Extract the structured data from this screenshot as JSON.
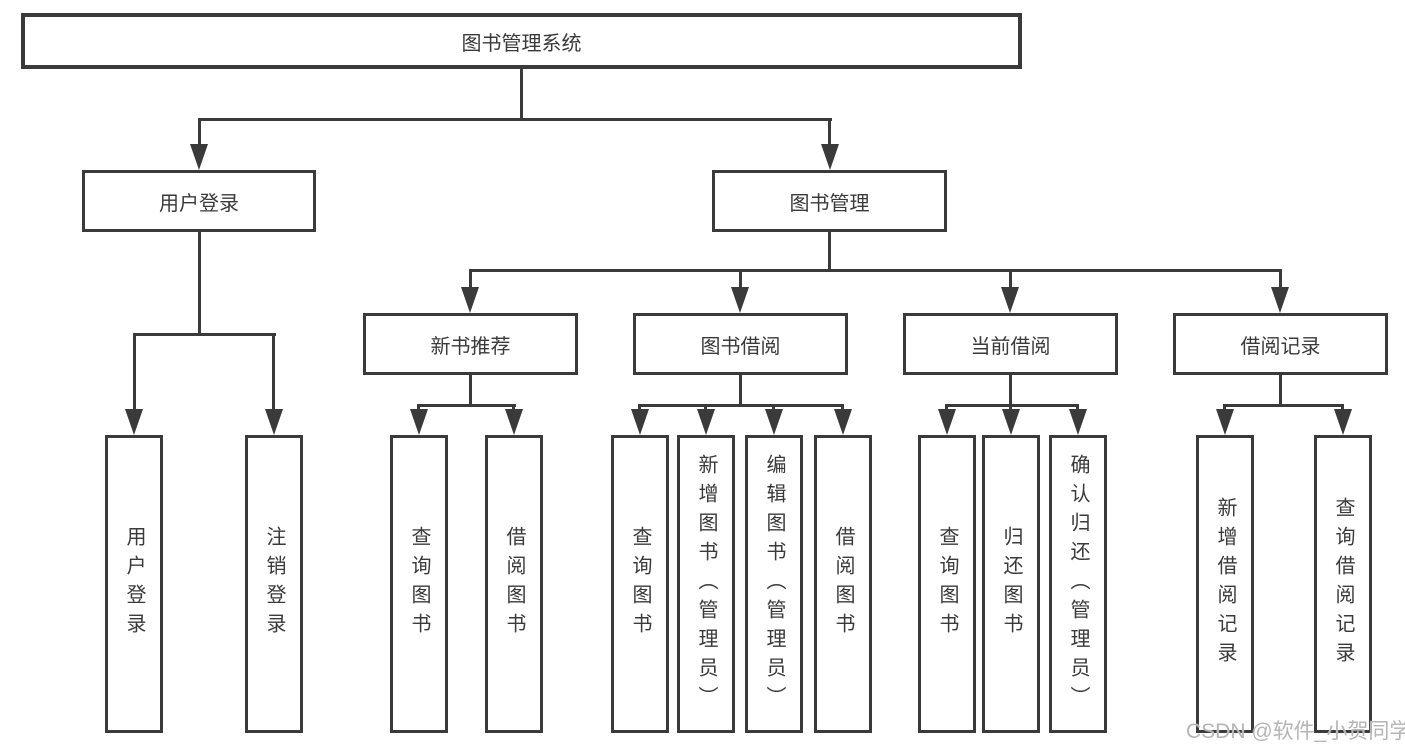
{
  "tree": {
    "root": {
      "label": "图书管理系统"
    },
    "branches": [
      {
        "label": "用户登录",
        "leaves": [
          {
            "label": "用户登录"
          },
          {
            "label": "注销登录"
          }
        ]
      },
      {
        "label": "图书管理",
        "groups": [
          {
            "label": "新书推荐",
            "leaves": [
              {
                "label": "查询图书"
              },
              {
                "label": "借阅图书"
              }
            ]
          },
          {
            "label": "图书借阅",
            "leaves": [
              {
                "label": "查询图书"
              },
              {
                "label": "新增图书（管理员）"
              },
              {
                "label": "编辑图书（管理员）"
              },
              {
                "label": "借阅图书"
              }
            ]
          },
          {
            "label": "当前借阅",
            "leaves": [
              {
                "label": "查询图书"
              },
              {
                "label": "归还图书"
              },
              {
                "label": "确认归还（管理员）"
              }
            ]
          },
          {
            "label": "借阅记录",
            "leaves": [
              {
                "label": "新增借阅记录"
              },
              {
                "label": "查询借阅记录"
              }
            ]
          }
        ]
      }
    ]
  },
  "watermark": "CSDN @软件_小贺同学",
  "colors": {
    "line": "#3a3a3a",
    "text": "#3a3a3a",
    "watermark": "#b5b5b5",
    "background": "#ffffff"
  }
}
